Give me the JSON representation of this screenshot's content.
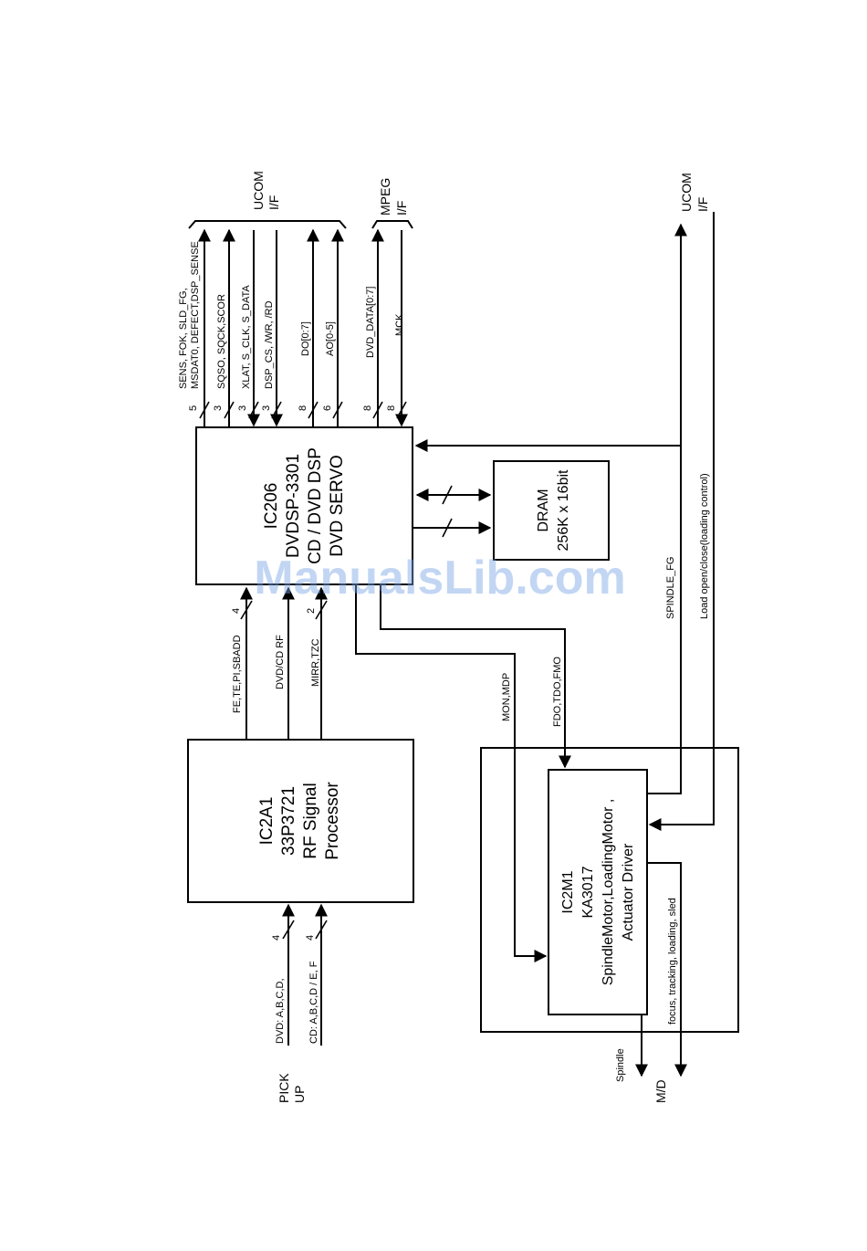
{
  "blocks": {
    "ic206": [
      "IC206",
      "DVDSP-3301",
      "CD / DVD DSP",
      "DVD SERVO"
    ],
    "ic2a1": [
      "IC2A1",
      "33P3721",
      "RF Signal",
      "Processor"
    ],
    "dram": [
      "DRAM",
      "256K x 16bit"
    ],
    "ic2m1": [
      "IC2M1",
      "KA3017",
      "SpindleMotor,LoadingMotor ,",
      "Actuator Driver"
    ]
  },
  "top_signals": {
    "sens": [
      "SENS, FOK, SLD_FG,",
      "MSDAT0, DEFECT,DSP_SENSE"
    ],
    "sqso": "SQSO, SQCK,SCOR",
    "xlat": "XLAT, S_CLK, S_DATA",
    "dsp_cs": "DSP_CS, /WR, /RD",
    "do": "DO[0:7]",
    "ao": "AO[0-5]",
    "dvd_data": "DVD_DATA[0:7]",
    "mck": "MCK"
  },
  "counts": {
    "sens": "5",
    "sqso": "3",
    "xlat": "3",
    "dsp_cs": "3",
    "do": "8",
    "ao": "6",
    "dvd_data": "8",
    "mck": "8",
    "fe": "4",
    "mirr": "2",
    "dvd_pu": "4",
    "cd_pu": "4"
  },
  "bus_labels": {
    "ucom1": [
      "UCOM",
      "I/F"
    ],
    "mpeg": [
      "MPEG",
      "I/F"
    ],
    "ucom2": [
      "UCOM",
      "I/F"
    ]
  },
  "mid_signals": {
    "fe": "FE,TE,PI,SBADD",
    "rf": "DVD/CD RF",
    "mirr": "MIRR,TZC",
    "mon": "MON,MDP",
    "fdo": "FDO,TDO,FMO",
    "spindle_fg": "SPINDLE_FG",
    "load": "Load open/close(loading  control)"
  },
  "pickup_signals": {
    "dvd": "DVD: A,B,C,D,",
    "cd": "CD: A,B,C,D /  E, F"
  },
  "bottom_labels": {
    "pickup": [
      "PICK",
      "UP"
    ],
    "spindle": "Spindle",
    "md": "M/D",
    "focus": "focus, tracking, loading, sled"
  },
  "watermark": "ManualsLib.com"
}
